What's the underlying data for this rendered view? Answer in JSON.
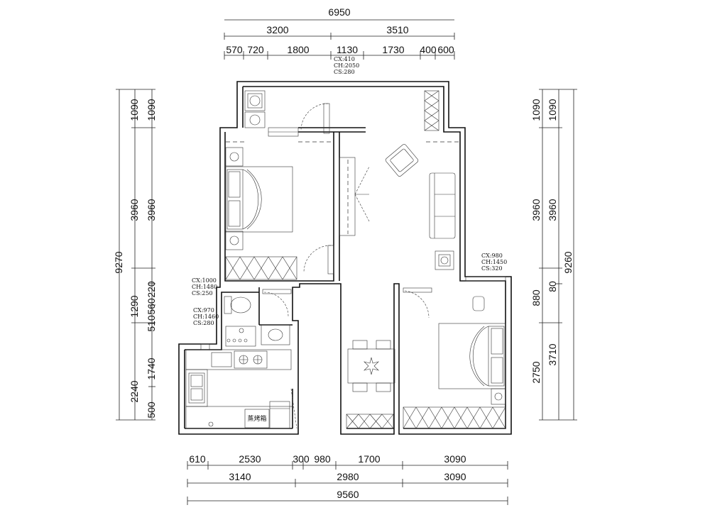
{
  "dimensions": {
    "top_total": "6950",
    "top_mid": [
      "3200",
      "3510"
    ],
    "top_detail": [
      "570",
      "720",
      "1800",
      "1130",
      "1730",
      "400",
      "600"
    ],
    "left_total": "9270",
    "left_outer": [
      "1090",
      "3960",
      "1290",
      "2240"
    ],
    "left_inner": [
      "1090",
      "3960",
      "220",
      "560",
      "510",
      "1740",
      "500"
    ],
    "right_total": "9260",
    "right_inner": [
      "1090",
      "3960",
      "880",
      "2750"
    ],
    "right_outer": [
      "1090",
      "3960",
      "80",
      "3710"
    ],
    "bottom_detail": [
      "610",
      "2530",
      "300",
      "980",
      "1700",
      "3090"
    ],
    "bottom_mid": [
      "3140",
      "2980",
      "3090"
    ],
    "bottom_total": "9560"
  },
  "notes": {
    "balcony_window": [
      "CX:410",
      "CH:2050",
      "CS:280"
    ],
    "bathroom_window1": [
      "CX:1000",
      "CH:1480",
      "CS:250"
    ],
    "bathroom_window2": [
      "CX:970",
      "CH:1460",
      "CS:280"
    ],
    "bedroom2_window": [
      "CX:980",
      "CH:1450",
      "CS:320"
    ]
  },
  "labels": {
    "oven": "蒸烤箱"
  }
}
